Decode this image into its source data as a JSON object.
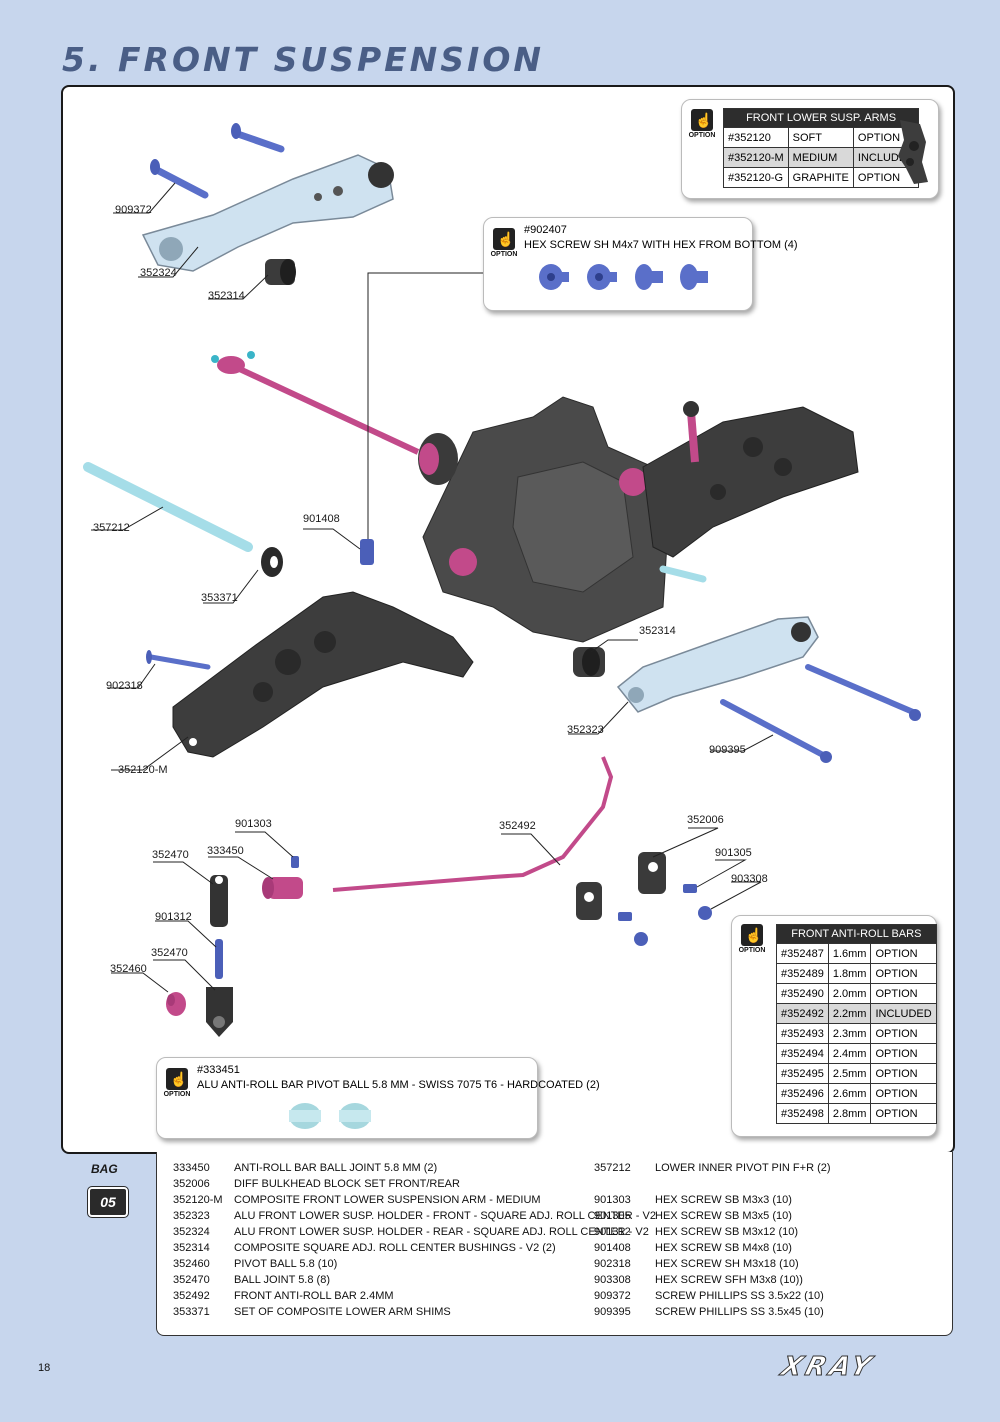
{
  "page": {
    "title": "5. FRONT SUSPENSION",
    "page_number": "18",
    "brand": "XRAY"
  },
  "option_label": "OPTION",
  "arms_table": {
    "title": "FRONT LOWER SUSP. ARMS",
    "rows": [
      [
        "#352120",
        "SOFT",
        "OPTION"
      ],
      [
        "#352120-M",
        "MEDIUM",
        "INCLUDED"
      ],
      [
        "#352120-G",
        "GRAPHITE",
        "OPTION"
      ]
    ]
  },
  "hexscrew_option": {
    "code": "#902407",
    "desc": "HEX SCREW SH M4x7 WITH HEX FROM BOTTOM  (4)"
  },
  "pivotball_option": {
    "code": "#333451",
    "desc": "ALU ANTI-ROLL BAR PIVOT BALL 5.8 MM - SWISS 7075 T6 - HARDCOATED (2)"
  },
  "antiroll_table": {
    "title": "FRONT ANTI-ROLL BARS",
    "rows": [
      [
        "#352487",
        "1.6mm",
        "OPTION"
      ],
      [
        "#352489",
        "1.8mm",
        "OPTION"
      ],
      [
        "#352490",
        "2.0mm",
        "OPTION"
      ],
      [
        "#352492",
        "2.2mm",
        "INCLUDED"
      ],
      [
        "#352493",
        "2.3mm",
        "OPTION"
      ],
      [
        "#352494",
        "2.4mm",
        "OPTION"
      ],
      [
        "#352495",
        "2.5mm",
        "OPTION"
      ],
      [
        "#352496",
        "2.6mm",
        "OPTION"
      ],
      [
        "#352498",
        "2.8mm",
        "OPTION"
      ]
    ]
  },
  "callouts": {
    "c909372": "909372",
    "c352324": "352324",
    "c352314a": "352314",
    "c357212": "357212",
    "c901408": "901408",
    "c353371": "353371",
    "c352314b": "352314",
    "c902318": "902318",
    "c352323": "352323",
    "c909395": "909395",
    "c352120m": "352120-M",
    "c901303": "901303",
    "c352492": "352492",
    "c352006": "352006",
    "c352470a": "352470",
    "c333450": "333450",
    "c901305": "901305",
    "c903308": "903308",
    "c901312": "901312",
    "c352470b": "352470",
    "c352460": "352460"
  },
  "bag": {
    "label": "BAG",
    "number": "05"
  },
  "parts_left": [
    [
      "333450",
      "ANTI-ROLL BAR BALL JOINT 5.8 MM (2)"
    ],
    [
      "352006",
      "DIFF BULKHEAD BLOCK SET FRONT/REAR"
    ],
    [
      "352120-M",
      "COMPOSITE FRONT LOWER SUSPENSION ARM - MEDIUM"
    ],
    [
      "352323",
      "ALU FRONT LOWER SUSP. HOLDER - FRONT - SQUARE ADJ. ROLL CENTER - V2"
    ],
    [
      "352324",
      "ALU FRONT LOWER SUSP. HOLDER - REAR - SQUARE ADJ. ROLL CENTER - V2"
    ],
    [
      "352314",
      "COMPOSITE SQUARE ADJ. ROLL CENTER BUSHINGS - V2 (2)"
    ],
    [
      "352460",
      "PIVOT BALL 5.8 (10)"
    ],
    [
      "352470",
      "BALL JOINT 5.8 (8)"
    ],
    [
      "352492",
      "FRONT ANTI-ROLL BAR 2.4MM"
    ],
    [
      "353371",
      "SET OF COMPOSITE LOWER ARM SHIMS"
    ]
  ],
  "parts_right": [
    [
      "357212",
      "LOWER INNER PIVOT PIN F+R  (2)"
    ],
    [
      "",
      ""
    ],
    [
      "901303",
      "HEX SCREW  SB M3x3  (10)"
    ],
    [
      "901305",
      "HEX SCREW  SB M3x5  (10)"
    ],
    [
      "901312",
      "HEX SCREW  SB M3x12  (10)"
    ],
    [
      "901408",
      "HEX SCREW  SB M4x8  (10)"
    ],
    [
      "902318",
      "HEX SCREW  SH M3x18  (10)"
    ],
    [
      "903308",
      "HEX SCREW  SFH M3x8  (10))"
    ],
    [
      "909372",
      "SCREW PHILLIPS SS 3.5x22  (10)"
    ],
    [
      "909395",
      "SCREW PHILLIPS SS 3.5x45  (10)"
    ]
  ]
}
